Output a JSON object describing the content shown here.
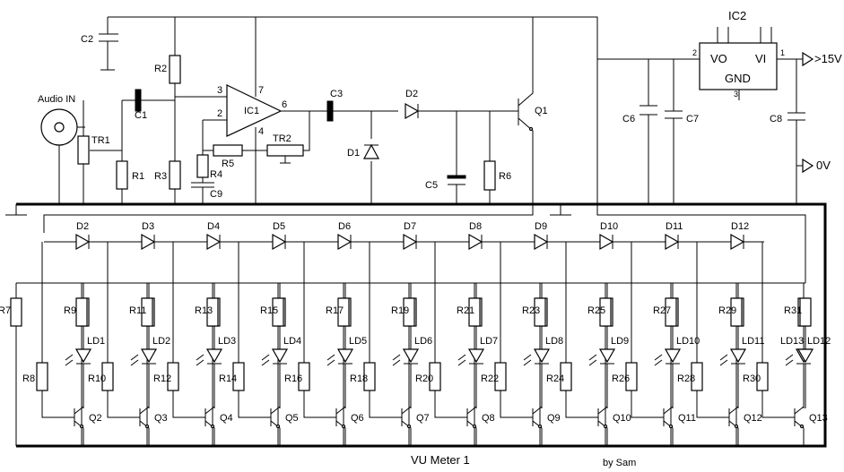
{
  "title": "VU Meter 1",
  "author": "by Sam",
  "input": {
    "label": "Audio IN"
  },
  "outputs": {
    "v15": ">15V",
    "v0": "0V"
  },
  "ic1": {
    "label": "IC1",
    "pins": [
      "2",
      "3",
      "4",
      "6",
      "7"
    ]
  },
  "ic2": {
    "label": "IC2",
    "vo": "VO",
    "vi": "VI",
    "gnd": "GND",
    "pins": [
      "1",
      "2",
      "3"
    ]
  },
  "front": {
    "c2": "C2",
    "c1": "C1",
    "c3": "C3",
    "c5": "C5",
    "c6": "C6",
    "c7": "C7",
    "c8": "C8",
    "c9": "C9",
    "r1": "R1",
    "r2": "R2",
    "r3": "R3",
    "r4": "R4",
    "r5": "R5",
    "r6": "R6",
    "tr1": "TR1",
    "tr2": "TR2",
    "d1": "D1",
    "d2": "D2",
    "q1": "Q1"
  },
  "diodes": [
    "D2",
    "D3",
    "D4",
    "D5",
    "D6",
    "D7",
    "D8",
    "D9",
    "D10",
    "D11",
    "D12"
  ],
  "stages": [
    {
      "r_top": "R7",
      "led": "LD1",
      "r_base": "R8",
      "q": "Q2"
    },
    {
      "r_top": "R9",
      "led": "LD2",
      "r_base": "R10",
      "q": "Q3"
    },
    {
      "r_top": "R11",
      "led": "LD3",
      "r_base": "R12",
      "q": "Q4"
    },
    {
      "r_top": "R13",
      "led": "LD4",
      "r_base": "R14",
      "q": "Q5"
    },
    {
      "r_top": "R15",
      "led": "LD5",
      "r_base": "R16",
      "q": "Q6"
    },
    {
      "r_top": "R17",
      "led": "LD6",
      "r_base": "R18",
      "q": "Q7"
    },
    {
      "r_top": "R19",
      "led": "LD7",
      "r_base": "R20",
      "q": "Q8"
    },
    {
      "r_top": "R21",
      "led": "LD8",
      "r_base": "R22",
      "q": "Q9"
    },
    {
      "r_top": "R23",
      "led": "LD9",
      "r_base": "R24",
      "q": "Q10"
    },
    {
      "r_top": "R25",
      "led": "LD10",
      "r_base": "R26",
      "q": "Q11"
    },
    {
      "r_top": "R27",
      "led": "LD11",
      "r_base": "R28",
      "q": "Q12"
    },
    {
      "r_top": "R29",
      "led": "LD12",
      "r_base": "R30",
      "q": "Q13"
    }
  ],
  "extra": {
    "r31": "R31",
    "ld13": "LD13"
  }
}
